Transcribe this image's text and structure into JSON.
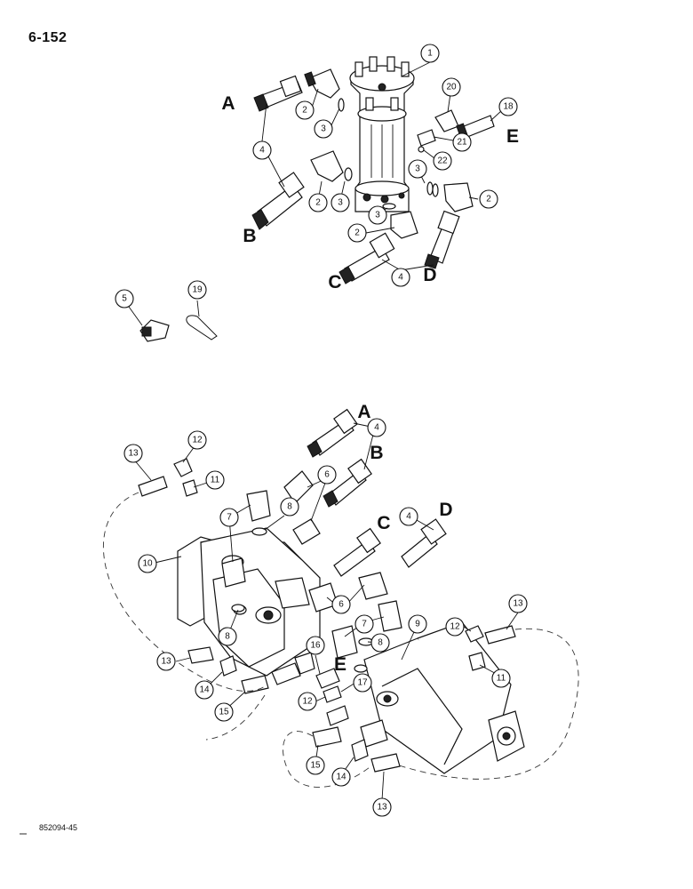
{
  "page": {
    "number": "6-152",
    "figure_code": "852094-45"
  },
  "ports": [
    "A",
    "B",
    "C",
    "D",
    "E"
  ],
  "callouts": [
    "1",
    "2",
    "3",
    "4",
    "5",
    "6",
    "7",
    "8",
    "9",
    "10",
    "11",
    "12",
    "13",
    "14",
    "15",
    "16",
    "17",
    "18",
    "19",
    "20",
    "21",
    "22"
  ]
}
